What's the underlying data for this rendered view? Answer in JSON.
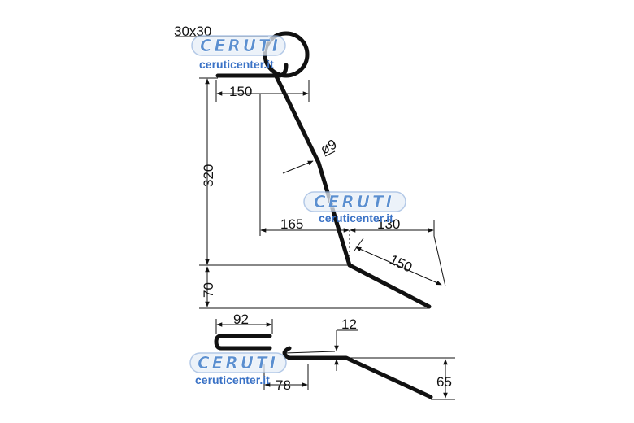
{
  "dimensions": {
    "section": "30x30",
    "top_hook": "150",
    "height_main": "320",
    "diameter": "ø9",
    "horiz_left": "165",
    "horiz_right": "130",
    "lower_arm": "150",
    "height_lower": "70",
    "bottom_top_length": "92",
    "bottom_gap": "12",
    "bottom_length": "78",
    "bottom_drop": "65"
  },
  "watermarks": [
    {
      "brand": "CERUTI",
      "url": "ceruticenter.it"
    },
    {
      "brand": "CERUTI",
      "url": "ceruticenter.it"
    },
    {
      "brand": "CERUTI",
      "url": "ceruticenter.it"
    }
  ]
}
